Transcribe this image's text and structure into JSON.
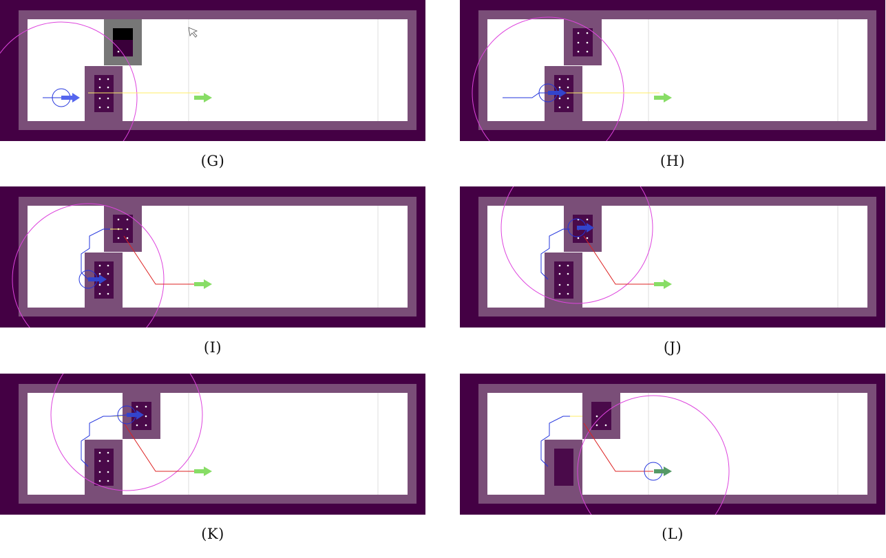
{
  "figure": {
    "panels": [
      {
        "id": "G",
        "caption": "(G)"
      },
      {
        "id": "H",
        "caption": "(H)"
      },
      {
        "id": "I",
        "caption": "(I)"
      },
      {
        "id": "J",
        "caption": "(J)"
      },
      {
        "id": "K",
        "caption": "(K)"
      },
      {
        "id": "L",
        "caption": "(L)"
      }
    ]
  },
  "colors": {
    "outer": "#440044",
    "wall": "#7a4e78",
    "floor": "#ffffff",
    "shelf": "#4a0a4a",
    "robot_path": "#2233dd",
    "plan_yellow": "#ffee66",
    "plan_red": "#dd2222",
    "goal": "#88dd66",
    "sensor": "#dd44dd"
  }
}
